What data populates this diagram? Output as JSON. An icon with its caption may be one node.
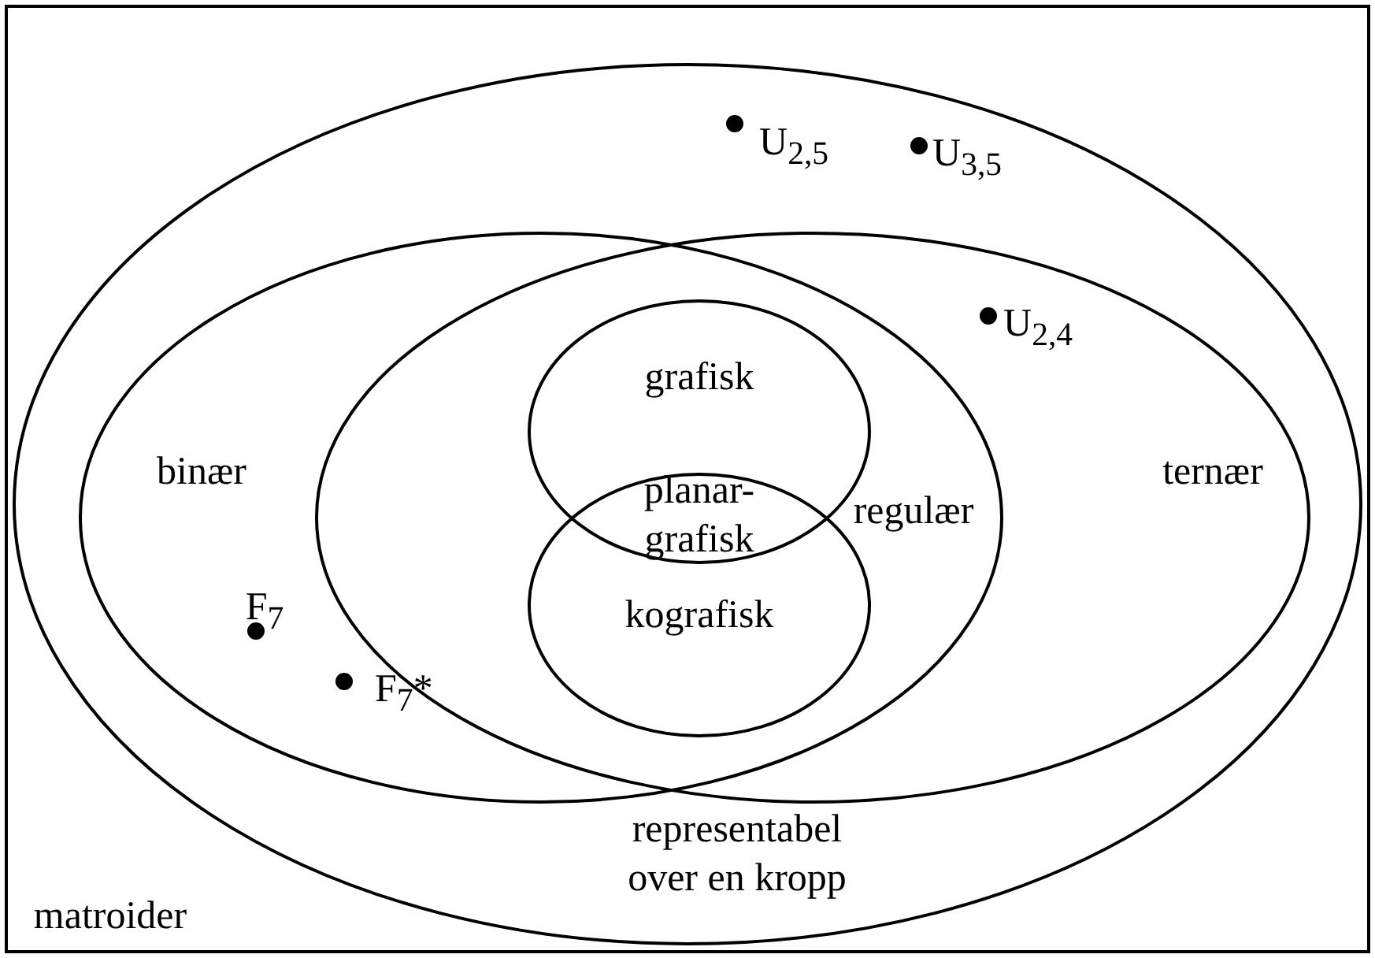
{
  "diagram": {
    "nodes": [
      {
        "text": [
          "matroider"
        ]
      },
      {
        "text": [
          "representabel over en kropp"
        ],
        "in": 0
      },
      {
        "text": [
          "binær"
        ],
        "in": 1
      },
      {
        "text": [
          "ternær"
        ],
        "in": 1
      },
      {
        "text": [
          "grafisk"
        ]
      },
      {
        "text": [
          "kografisk"
        ]
      }
    ],
    "edges": [],
    "labels": [
      "U$_{2,5}$",
      "U$_{3,5}$",
      "U$_{2,4}$",
      "planar-grafisk",
      "regulær",
      "F$_{7}$",
      "F$_{7}$*"
    ]
  }
}
